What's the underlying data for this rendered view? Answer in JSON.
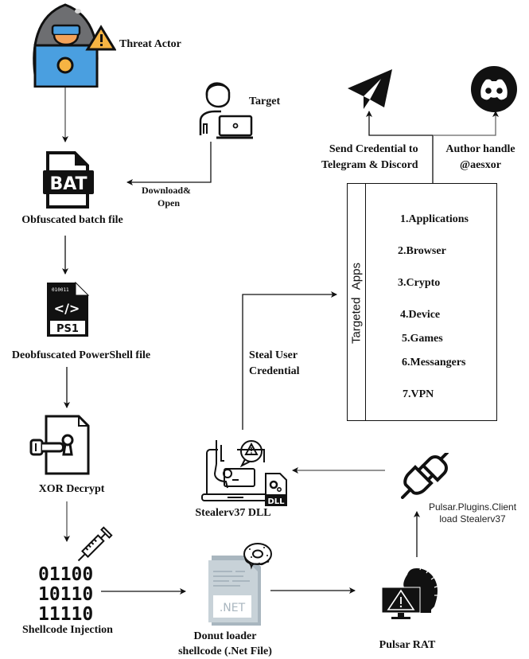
{
  "diagram": {
    "nodes": {
      "threat_actor": {
        "label": "Threat Actor",
        "icon": "hacker-laptop-icon"
      },
      "target": {
        "label": "Target",
        "icon": "user-laptop-icon"
      },
      "batch_file": {
        "label": "Obfuscated batch file",
        "icon": "bat-file-icon",
        "icon_text": "BAT"
      },
      "powershell": {
        "label": "Deobfuscated PowerShell file",
        "icon": "ps1-file-icon",
        "icon_text": "PS1",
        "icon_bits": "010011",
        "icon_code": "</>"
      },
      "xor": {
        "label": "XOR Decrypt",
        "icon": "key-document-icon"
      },
      "shellcode": {
        "label": "Shellcode Injection",
        "icon": "binary-syringe-icon",
        "bits": [
          "01100",
          "10110",
          "11110"
        ]
      },
      "donut": {
        "label_line1": "Donut loader",
        "label_line2": "shellcode (.Net File)",
        "icon": "dotnet-file-donut-icon",
        "icon_text": ".NET"
      },
      "pulsar": {
        "label": "Pulsar RAT",
        "icon": "trojan-horse-monitor-icon"
      },
      "plugin": {
        "label_line1": "Pulsar.Plugins.Client",
        "label_line2": "load Stealerv37",
        "icon": "plug-icon"
      },
      "stealer": {
        "label": "Stealerv37 DLL",
        "icon": "laptop-card-theft-icon",
        "icon_text": "DLL"
      },
      "telegram": {
        "icon": "telegram-icon"
      },
      "discord": {
        "icon": "discord-icon"
      }
    },
    "edge_labels": {
      "download_open_line1": "Download&",
      "download_open_line2": "Open",
      "steal_line1": "Steal User",
      "steal_line2": "Credential",
      "send_line1": "Send Credential to",
      "send_line2": "Telegram & Discord",
      "author_line1": "Author handle",
      "author_line2": "@aesxor"
    },
    "targeted_apps": {
      "title": "Targeted  Apps",
      "items": [
        "1.Applications",
        "2.Browser",
        "3.Crypto",
        "4.Device",
        "5.Games",
        "6.Messangers",
        "7.VPN"
      ]
    },
    "colors": {
      "hood": "#6d6e71",
      "laptop_blue": "#4a9fe0",
      "skin": "#f4a259",
      "warning": "#f6b443",
      "dotnet_gray": "#c8d2d8",
      "dotnet_dark": "#a9b6bf",
      "ink": "#111111"
    }
  }
}
